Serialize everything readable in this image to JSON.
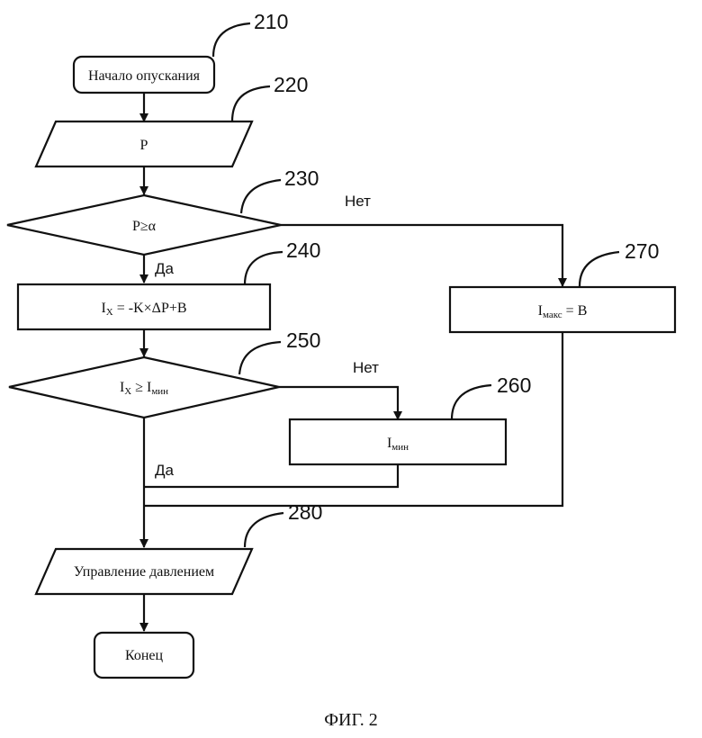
{
  "nodes": {
    "start": {
      "ref": "210",
      "text": "Начало опускания"
    },
    "input_p": {
      "ref": "220",
      "text": "P"
    },
    "decision_p": {
      "ref": "230",
      "text": "P≥α"
    },
    "compute_ix": {
      "ref": "240",
      "main": "I",
      "sub": "X",
      "rest": " = -K×ΔP+B"
    },
    "decision_ix": {
      "ref": "250",
      "main1": "I",
      "sub1": "X",
      "mid": " ≥ I",
      "sub2": "мин"
    },
    "set_min": {
      "ref": "260",
      "main": "I",
      "sub": "мин"
    },
    "set_max": {
      "ref": "270",
      "main": "I",
      "sub": "макс",
      "rest": " = B"
    },
    "pressure_control": {
      "ref": "280",
      "text": "Управление давлением"
    },
    "end": {
      "text": "Конец"
    }
  },
  "labels": {
    "no_230": "Нет",
    "yes_230": "Да",
    "no_250": "Нет",
    "yes_250": "Да"
  },
  "figure_caption": "ФИГ. 2"
}
